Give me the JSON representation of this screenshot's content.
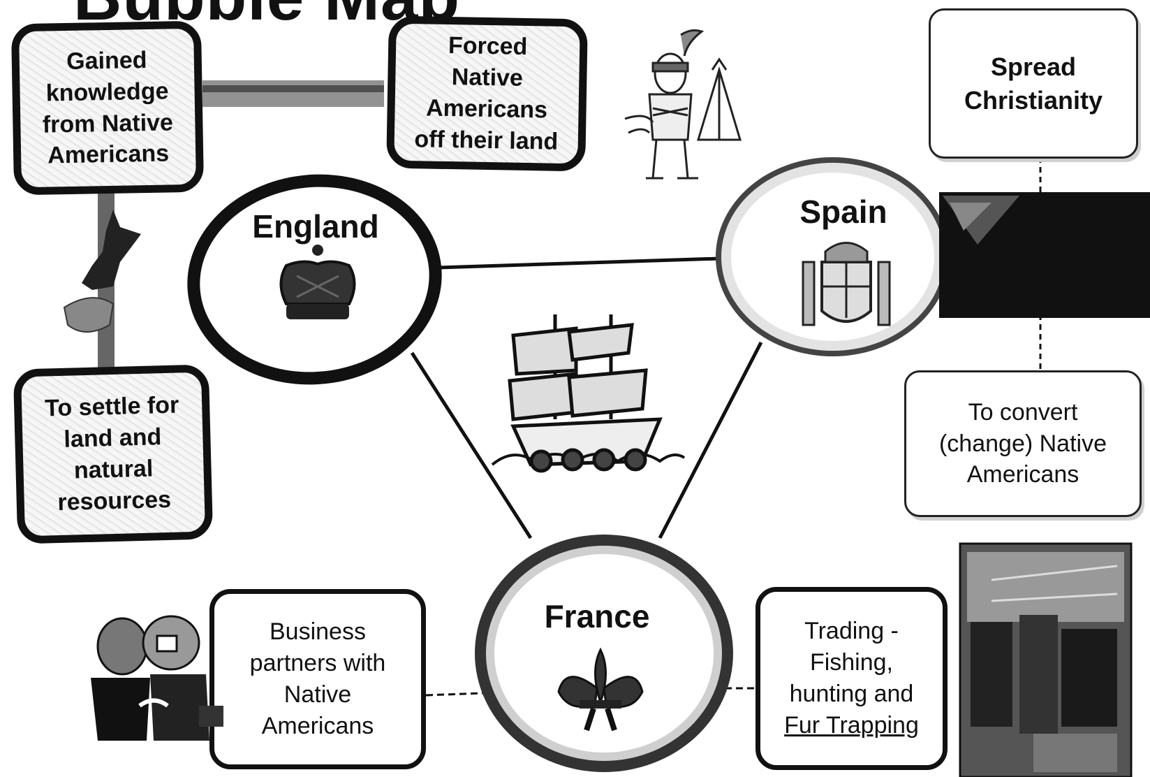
{
  "title": "Bubble Map",
  "countries": {
    "england": {
      "label": "England"
    },
    "spain": {
      "label": "Spain"
    },
    "france": {
      "label": "France"
    }
  },
  "boxes": {
    "gained_knowledge": {
      "lines": [
        "Gained",
        "knowledge",
        "from Native",
        "Americans"
      ]
    },
    "forced_off_land": {
      "lines": [
        "Forced",
        "Native",
        "Americans",
        "off their land"
      ]
    },
    "settle_for_land": {
      "lines": [
        "To settle for",
        "land and",
        "natural",
        "resources"
      ]
    },
    "spread_christianity": {
      "lines": [
        "Spread",
        "Christianity"
      ]
    },
    "convert_natives": {
      "lines": [
        "To convert",
        "(change) Native",
        "Americans"
      ]
    },
    "business_partners": {
      "lines": [
        "Business",
        "partners with",
        "Native",
        "Americans"
      ]
    },
    "trading": {
      "lines": [
        "Trading -",
        "Fishing,",
        "hunting and",
        "Fur Trapping"
      ]
    }
  },
  "icons": {
    "native_american": "native-american-figure-icon",
    "crown": "crown-icon",
    "coat_of_arms": "spain-coat-of-arms-icon",
    "ship": "sailing-ship-icon",
    "fleur_de_lis": "fleur-de-lis-icon",
    "handshake": "handshake-businessmen-icon",
    "fur_trading": "fur-trading-photo",
    "map_silhouette": "map-silhouette-icon",
    "dark_image": "dark-photo-block"
  },
  "colors": {
    "ink": "#111111",
    "paper": "#ffffff",
    "shade": "#d8d8d8"
  }
}
